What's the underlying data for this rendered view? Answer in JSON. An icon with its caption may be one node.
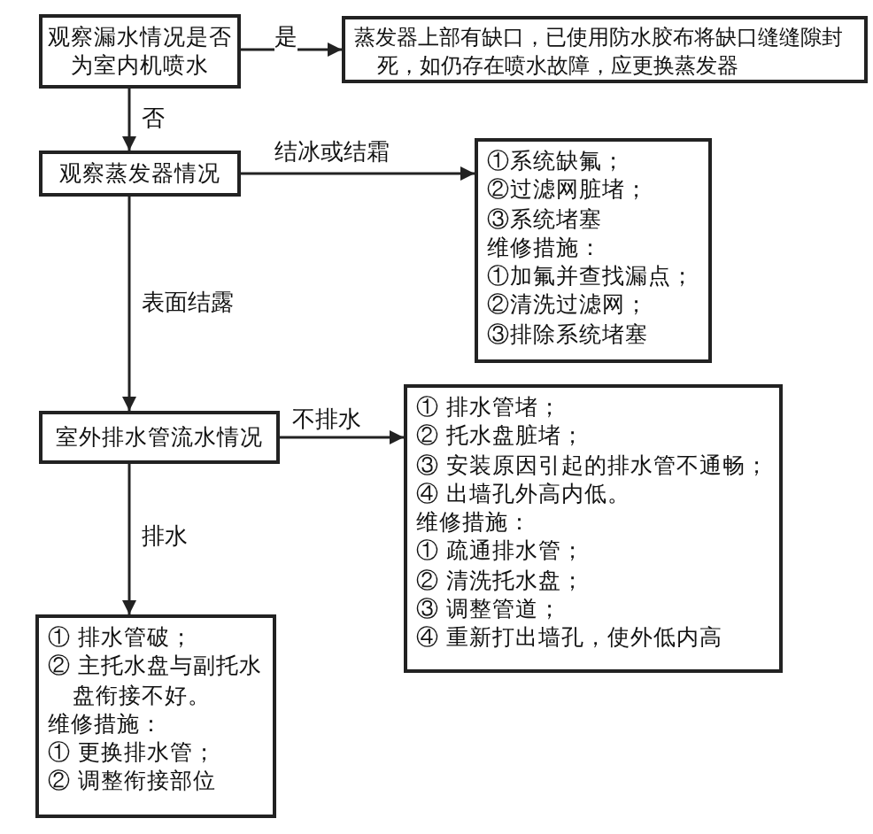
{
  "diagram": {
    "nodes": [
      {
        "text": [
          "观察漏水情况是否为室内机喷水"
        ]
      },
      {
        "text": [
          "蒸发器上部有缺口，已使用防水胶布将缺口缝缝隙封死，如仍存在喷水故障，应更换蒸发器"
        ]
      },
      {
        "text": [
          "观察蒸发器情况"
        ]
      },
      {
        "text": [
          "①系统缺氟；",
          "②过滤网脏堵；",
          "③系统堵塞",
          "维修措施：",
          "①加氟并查找漏点；",
          "②清洗过滤网；",
          "③排除系统堵塞"
        ]
      },
      {
        "text": [
          "室外排水管流水情况"
        ]
      },
      {
        "text": [
          "① 排水管堵；",
          "② 托水盘脏堵；",
          "③ 安装原因引起的排水管不通畅；",
          "④ 出墙孔外高内低。",
          "维修措施：",
          "① 疏通排水管；",
          "② 清洗托水盘；",
          "③ 调整管道；",
          "④ 重新打出墙孔，使外低内高"
        ]
      },
      {
        "text": [
          "① 排水管破；",
          "② 主托水盘与副托水盘衔接不好。",
          "维修措施：",
          "① 更换排水管；",
          "② 调整衔接部位"
        ]
      }
    ],
    "edges": [
      {
        "from": 0,
        "to": 1,
        "arrow": "to",
        "label": "是"
      },
      {
        "from": 0,
        "to": 2,
        "arrow": "to",
        "label": "否"
      },
      {
        "from": 2,
        "to": 3,
        "arrow": "to",
        "label": "结冰或结霜"
      },
      {
        "from": 2,
        "to": 4,
        "arrow": "to",
        "label": "表面结露"
      },
      {
        "from": 4,
        "to": 5,
        "arrow": "to",
        "label": "不排水"
      },
      {
        "from": 4,
        "to": 6,
        "arrow": "to",
        "label": "排水"
      }
    ]
  }
}
